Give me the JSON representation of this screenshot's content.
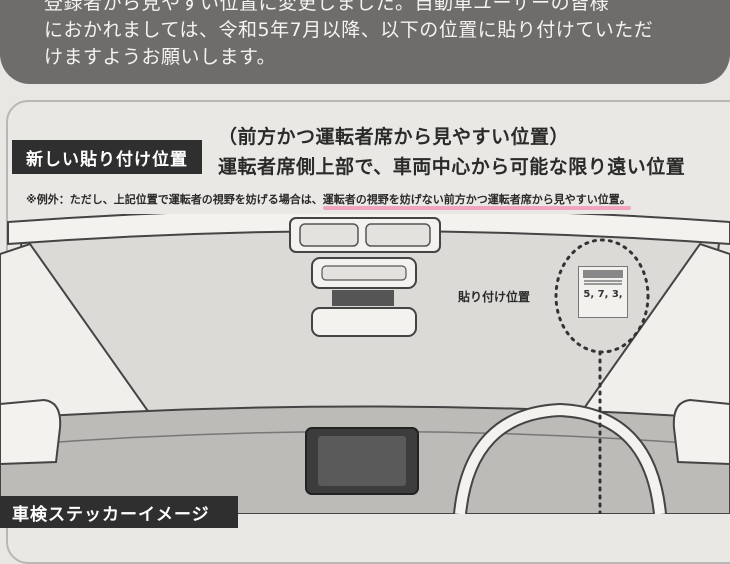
{
  "banner": {
    "text": "登録者から見やすい位置に変更しました。自動車ユーザーの皆様\nにおかれましては、令和5年7月以降、以下の位置に貼り付けていただ\nけますようお願いします。"
  },
  "section": {
    "tag": "新しい貼り付け位置",
    "heading_line1": "（前方かつ運転者席から見やすい位置）",
    "heading_line2": "運転者席側上部で、車両中心から可能な限り遠い位置",
    "note_prefix": "※例外：ただし、上記位置で運転者の視野を妨げる場合は、",
    "note_highlight": "運転者の視野を妨げない前方かつ運転者席から見やすい位置。",
    "highlight_color": "#f2a3c0"
  },
  "illustration": {
    "placement_label": "貼り付け位置",
    "sticker_number": "5, 7, 3,"
  },
  "footer": {
    "tag": "車検ステッカーイメージ"
  }
}
